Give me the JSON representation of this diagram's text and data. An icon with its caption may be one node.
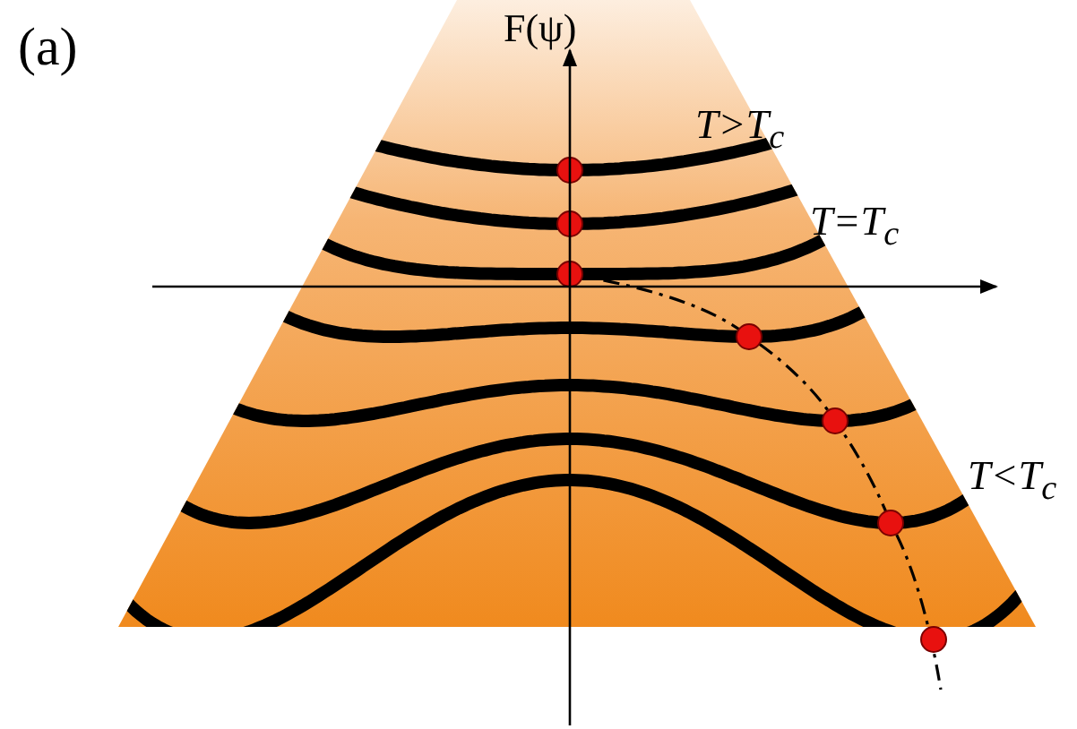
{
  "diagram": {
    "labels": [
      "(a)",
      "F(ψ)",
      "T>T$_{c}$",
      "T=T$_{c}$",
      "T<T$_{c}$"
    ]
  }
}
